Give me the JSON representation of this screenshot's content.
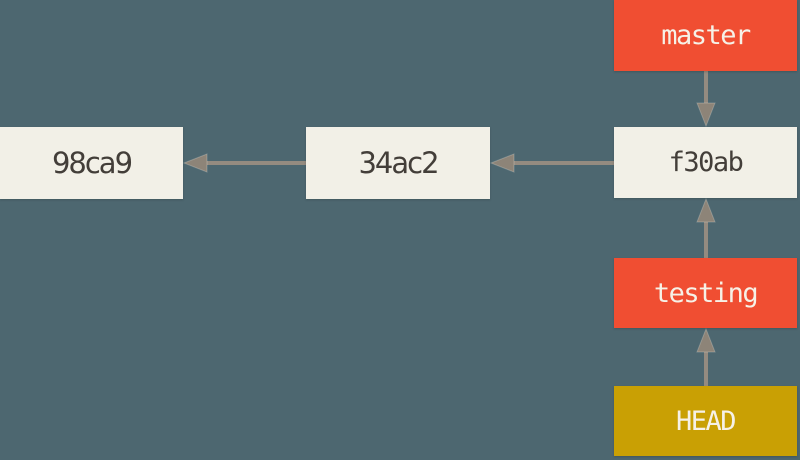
{
  "commits": [
    {
      "id": "98ca9"
    },
    {
      "id": "34ac2"
    },
    {
      "id": "f30ab"
    }
  ],
  "pointers": {
    "master": {
      "label": "master",
      "points_to": "f30ab"
    },
    "testing": {
      "label": "testing",
      "points_to": "f30ab"
    },
    "head": {
      "label": "HEAD",
      "points_to": "testing"
    }
  },
  "arrows": [
    {
      "from": "34ac2",
      "to": "98ca9"
    },
    {
      "from": "f30ab",
      "to": "34ac2"
    },
    {
      "from": "master",
      "to": "f30ab"
    },
    {
      "from": "testing",
      "to": "f30ab"
    },
    {
      "from": "HEAD",
      "to": "testing"
    }
  ],
  "colors": {
    "background": "#4d6770",
    "commit_box": "#f2f0e7",
    "commit_text": "#433e39",
    "branch_box": "#f04e32",
    "head_box": "#c9a004",
    "pointer_text": "#f6f1e7",
    "arrow": "#8d8478"
  }
}
